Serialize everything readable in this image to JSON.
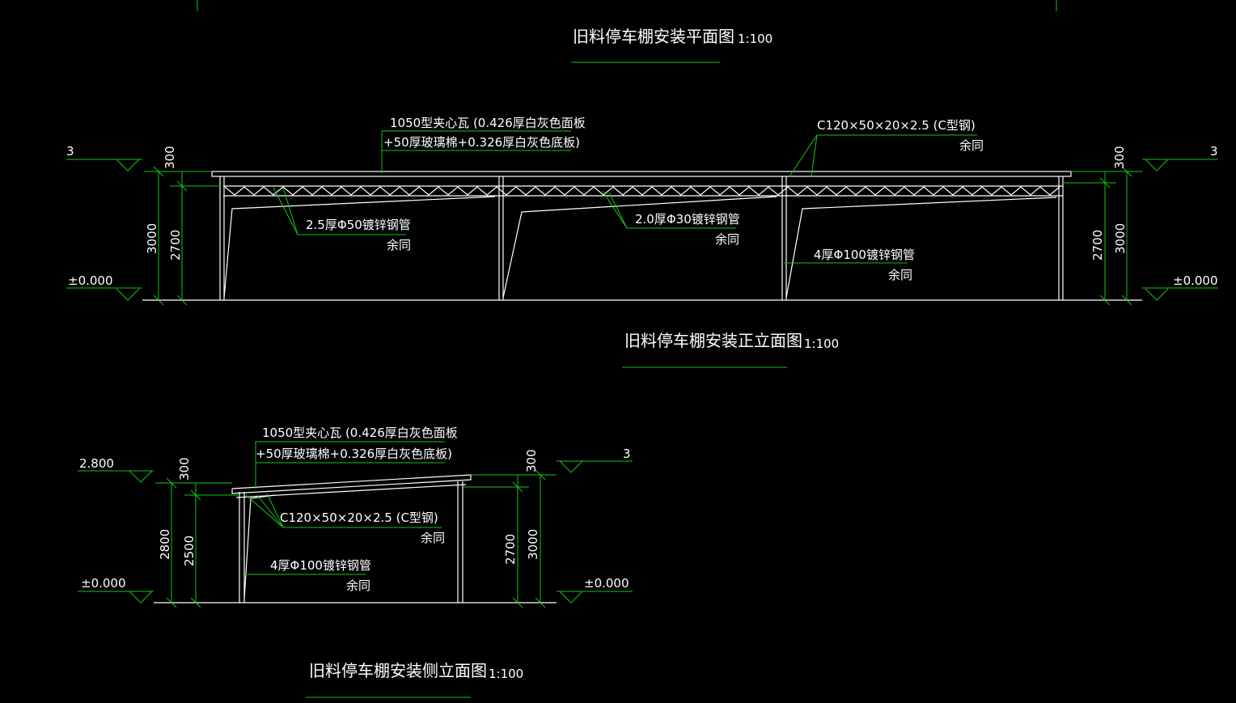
{
  "plan": {
    "title": "旧料停车棚安装平面图",
    "scale": "1:100"
  },
  "front": {
    "title": "旧料停车棚安装正立面图",
    "scale": "1:100",
    "roof_line1": "1050型夹心瓦 (0.426厚白灰色面板",
    "roof_line2": "+50厚玻璃棉+0.326厚白灰色底板)",
    "purlin": "C120×50×20×2.5 (C型钢)",
    "purlin_same": "余同",
    "truss": "2.5厚Φ50镀锌钢管",
    "truss_same": "余同",
    "web": "2.0厚Φ30镀锌钢管",
    "web_same": "余同",
    "col": "4厚Φ100镀锌钢管",
    "col_same": "余同",
    "lev_top": "3",
    "lev_top_r": "3",
    "lev_zero": "±0.000",
    "lev_zero_r": "±0.000",
    "d300": "300",
    "d3000": "3000",
    "d2700": "2700",
    "d300r": "300",
    "d3000r": "3000",
    "d2700r": "2700"
  },
  "side": {
    "title": "旧料停车棚安装侧立面图",
    "scale": "1:100",
    "roof_line1": "1050型夹心瓦 (0.426厚白灰色面板",
    "roof_line2": "+50厚玻璃棉+0.326厚白灰色底板)",
    "purlin": "C120×50×20×2.5 (C型钢)",
    "purlin_same": "余同",
    "col": "4厚Φ100镀锌钢管",
    "col_same": "余同",
    "lev_top": "2.800",
    "lev_top_r": "3",
    "lev_zero": "±0.000",
    "lev_zero_r": "±0.000",
    "d300": "300",
    "d2800": "2800",
    "d2500": "2500",
    "d300r": "300",
    "d3000r": "3000",
    "d2700r": "2700"
  }
}
